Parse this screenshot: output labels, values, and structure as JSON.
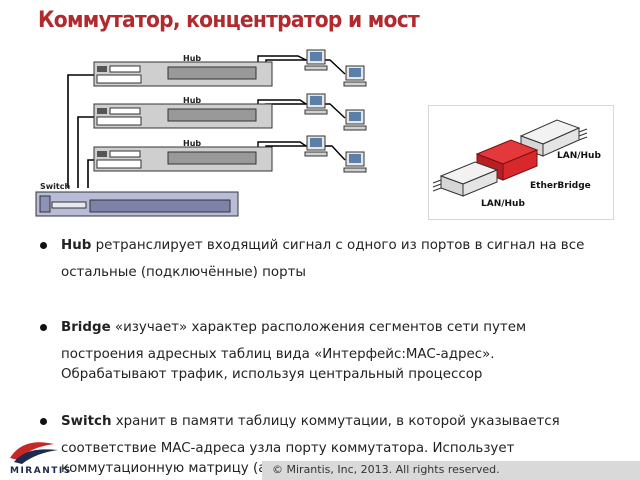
{
  "slide": {
    "title": "Коммутатор, концентратор и мост"
  },
  "diagram": {
    "hub_labels": [
      "Hub",
      "Hub",
      "Hub"
    ],
    "switch_label": "Switch",
    "bridge_labels": [
      "LAN/Hub",
      "EtherBridge",
      "LAN/Hub"
    ],
    "colors": {
      "bridge": "#d8282c",
      "device": "#cfcfcf",
      "switch": "#b9bcd8",
      "cable": "#000000"
    }
  },
  "bullets": [
    {
      "keyword": "Hub",
      "line1": " ретранслирует входящий сигнал с одного из портов в сигнал на все",
      "line2": "остальные (подключённые) порты",
      "line3": ""
    },
    {
      "keyword": "Bridge",
      "line1": " «изучает» характер расположения сегментов сети путем",
      "line2": "построения адресных таблиц вида «Интерфейс:MAC-адрес».",
      "line3": "Обрабатывают трафик, используя центральный процессор"
    },
    {
      "keyword": "Switch",
      "line1": " хранит в памяти таблицу коммутации, в которой указывается",
      "line2": "соответствие MAC-адреса узла порту коммутатора. Использует",
      "line3": "коммутационную матрицу (аппаратную схему для коммутации пакетов)"
    }
  ],
  "footer": {
    "copyright": "© Mirantis, Inc, 2013. All rights reserved.",
    "logo_text": "MIRANTIS"
  }
}
